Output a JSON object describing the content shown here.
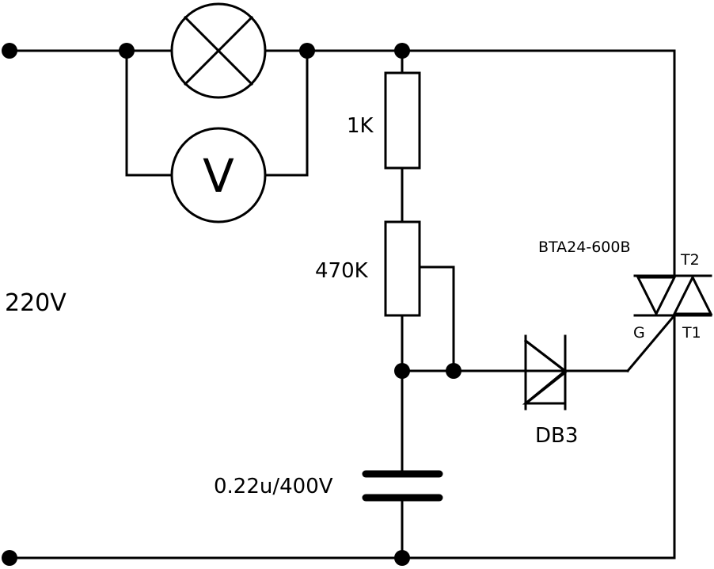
{
  "labels": {
    "supply": "220V",
    "resistor_fixed": "1K",
    "potentiometer": "470K",
    "capacitor": "0.22u/400V",
    "diac": "DB3",
    "triac": "BTA24-600B",
    "triac_t2": "T2",
    "triac_t1": "T1",
    "triac_gate": "G",
    "voltmeter_symbol": "V"
  },
  "components": {
    "lamp": "lamp-icon",
    "voltmeter": "voltmeter-icon",
    "resistor": "resistor-icon",
    "potentiometer": "potentiometer-icon",
    "capacitor": "capacitor-icon",
    "diac": "diac-icon",
    "triac": "triac-icon"
  },
  "colors": {
    "line": "#000000",
    "background": "#ffffff"
  }
}
